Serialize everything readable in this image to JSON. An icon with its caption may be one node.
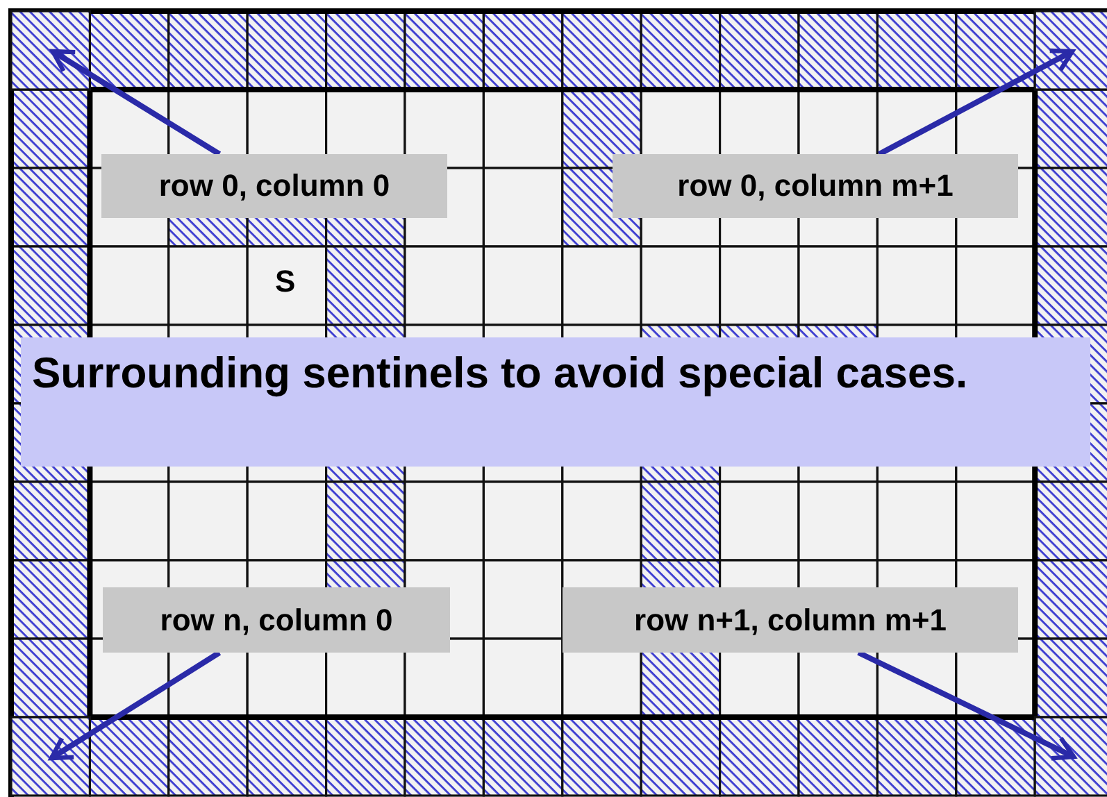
{
  "diagram": {
    "nodes": [
      {
        "text": [
          "row 0, column 0"
        ]
      },
      {
        "text": [
          "row 0, column m+1"
        ]
      },
      {
        "text": [
          "Surrounding sentinels to avoid special cases."
        ]
      },
      {
        "text": [
          "row n, column 0"
        ]
      },
      {
        "text": [
          "row n+1, column m+1"
        ]
      },
      {
        "text": [],
        "shape": "box"
      },
      {
        "text": [],
        "shape": "box"
      },
      {
        "text": [],
        "shape": "box"
      },
      {
        "text": [],
        "shape": "box"
      }
    ],
    "edges": [
      {
        "from": 0,
        "to": 5,
        "arrow": "to"
      },
      {
        "from": 1,
        "to": 6,
        "arrow": "to"
      },
      {
        "from": 3,
        "to": 7,
        "arrow": "to"
      },
      {
        "from": 4,
        "to": 8,
        "arrow": "to"
      }
    ],
    "labels": [
      "S"
    ]
  }
}
